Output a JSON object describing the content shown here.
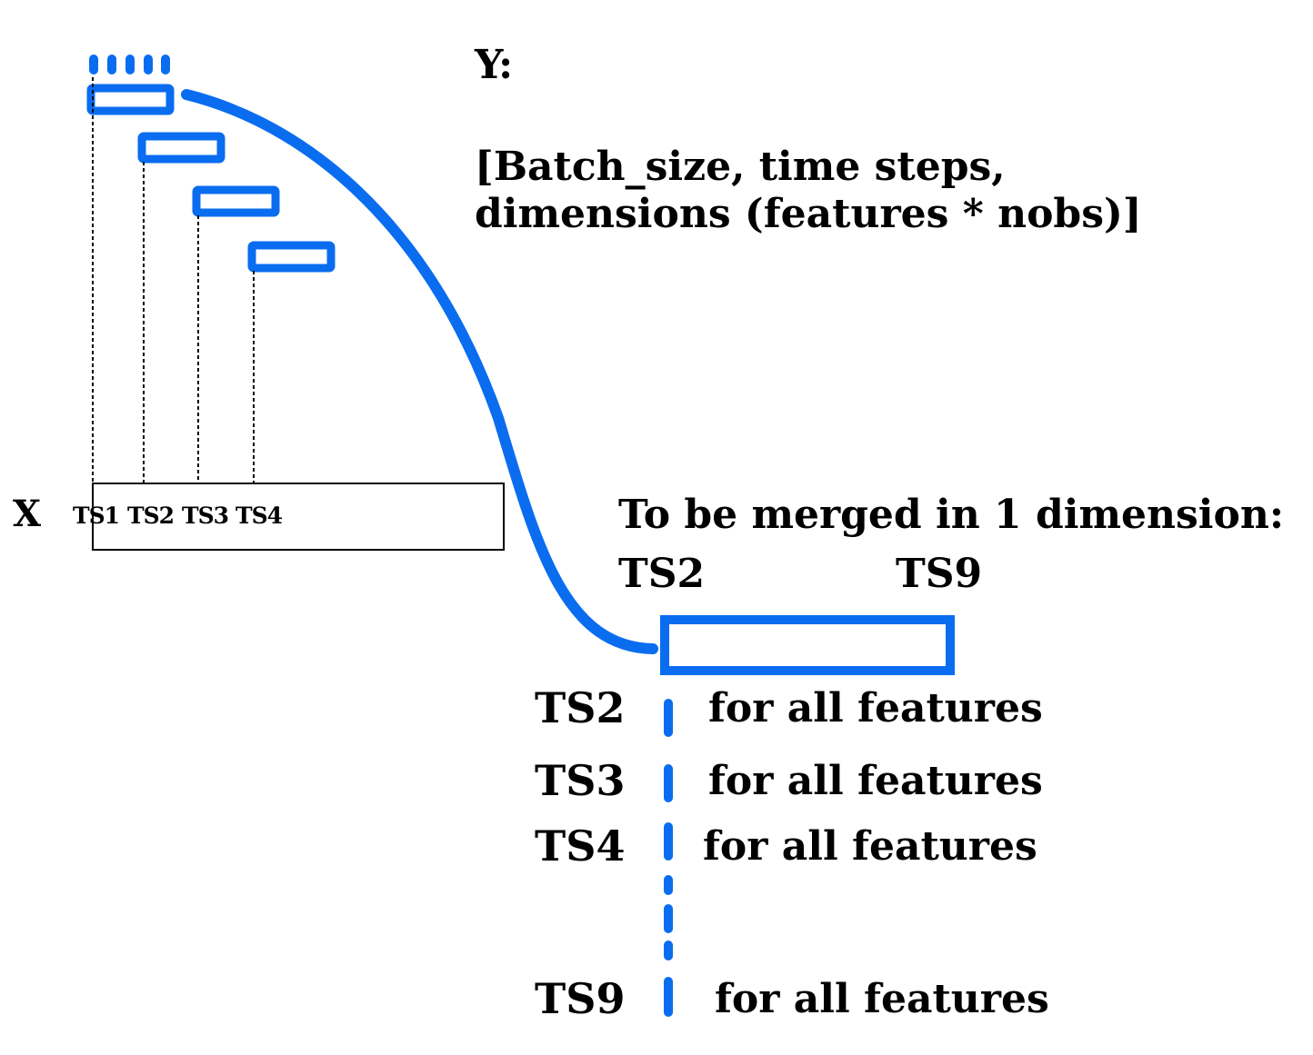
{
  "y_block": {
    "title": "Y:",
    "shape_line1": "[Batch_size, time steps,",
    "shape_line2": "dimensions (features * nobs)]"
  },
  "x_block": {
    "label": "X",
    "timesteps": [
      "TS1",
      "TS2",
      "TS3",
      "TS4"
    ]
  },
  "merge_block": {
    "title": "To be merged in 1 dimension:",
    "start": "TS2",
    "end": "TS9"
  },
  "feature_rows": [
    {
      "ts": "TS2",
      "text": "for all features"
    },
    {
      "ts": "TS3",
      "text": "for all features"
    },
    {
      "ts": "TS4",
      "text": "for all features"
    },
    {
      "ts": "TS9",
      "text": "for all features"
    }
  ],
  "colors": {
    "accent": "#0a6df0",
    "text": "#000000"
  }
}
